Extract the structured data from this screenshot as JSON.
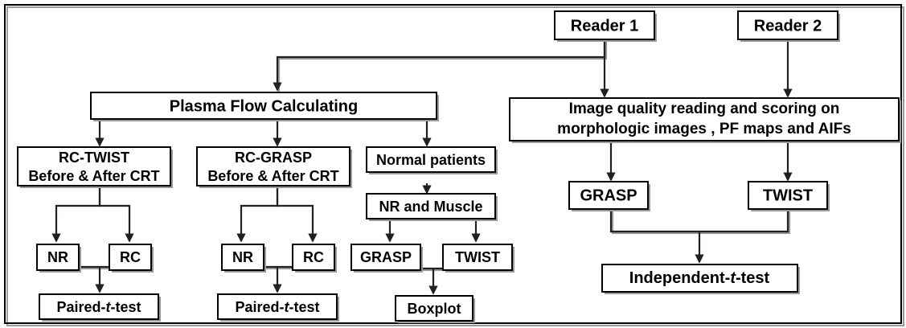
{
  "figure": {
    "type": "flowchart",
    "title": "Study workflow flowchart",
    "border": true,
    "colors": {
      "box_stroke": "#000000",
      "box_fill": "#ffffff",
      "connector": "#231f20",
      "shadow": "#9a9a9a",
      "text": "#000000"
    }
  },
  "nodes": {
    "reader1": {
      "label": "Reader 1"
    },
    "reader2": {
      "label": "Reader 2"
    },
    "plasma_flow": {
      "label": "Plasma Flow Calculating"
    },
    "image_quality": {
      "line1": "Image quality reading and scoring on",
      "line2": "morphologic images , PF maps and AIFs"
    },
    "rc_twist": {
      "line1": "RC-TWIST",
      "line2": "Before & After CRT"
    },
    "rc_grasp": {
      "line1": "RC-GRASP",
      "line2": "Before & After CRT"
    },
    "normal_patients": {
      "label": "Normal patients"
    },
    "nr_and_muscle": {
      "label": "NR and Muscle"
    },
    "twist_nr_left": {
      "label": "NR"
    },
    "twist_rc_left": {
      "label": "RC"
    },
    "grasp_nr_mid": {
      "label": "NR"
    },
    "grasp_rc_mid": {
      "label": "RC"
    },
    "grasp_normal": {
      "label": "GRASP"
    },
    "twist_normal": {
      "label": "TWIST"
    },
    "paired_ttest_left": {
      "prefix": "Paired-",
      "italic": "t",
      "suffix": "-test"
    },
    "paired_ttest_mid": {
      "prefix": "Paired-",
      "italic": "t",
      "suffix": "-test"
    },
    "boxplot": {
      "label": "Boxplot"
    },
    "grasp_reader": {
      "label": "GRASP"
    },
    "twist_reader": {
      "label": "TWIST"
    },
    "independent_ttest": {
      "prefix": "Independent-",
      "italic": "t",
      "suffix": "-test"
    }
  },
  "edges": [
    {
      "from": "reader1",
      "to": "plasma_flow"
    },
    {
      "from": "reader1",
      "to": "image_quality"
    },
    {
      "from": "reader2",
      "to": "image_quality"
    },
    {
      "from": "plasma_flow",
      "to": "rc_twist"
    },
    {
      "from": "plasma_flow",
      "to": "rc_grasp"
    },
    {
      "from": "plasma_flow",
      "to": "normal_patients"
    },
    {
      "from": "rc_twist",
      "to": "twist_nr_left"
    },
    {
      "from": "rc_twist",
      "to": "twist_rc_left"
    },
    {
      "from": "rc_grasp",
      "to": "grasp_nr_mid"
    },
    {
      "from": "rc_grasp",
      "to": "grasp_rc_mid"
    },
    {
      "from": "normal_patients",
      "to": "nr_and_muscle"
    },
    {
      "from": "nr_and_muscle",
      "to": "grasp_normal"
    },
    {
      "from": "nr_and_muscle",
      "to": "twist_normal"
    },
    {
      "from": "twist_nr_left",
      "to": "paired_ttest_left"
    },
    {
      "from": "twist_rc_left",
      "to": "paired_ttest_left"
    },
    {
      "from": "grasp_nr_mid",
      "to": "paired_ttest_mid"
    },
    {
      "from": "grasp_rc_mid",
      "to": "paired_ttest_mid"
    },
    {
      "from": "grasp_normal",
      "to": "boxplot"
    },
    {
      "from": "twist_normal",
      "to": "boxplot"
    },
    {
      "from": "image_quality",
      "to": "grasp_reader"
    },
    {
      "from": "image_quality",
      "to": "twist_reader"
    },
    {
      "from": "grasp_reader",
      "to": "independent_ttest"
    },
    {
      "from": "twist_reader",
      "to": "independent_ttest"
    }
  ]
}
